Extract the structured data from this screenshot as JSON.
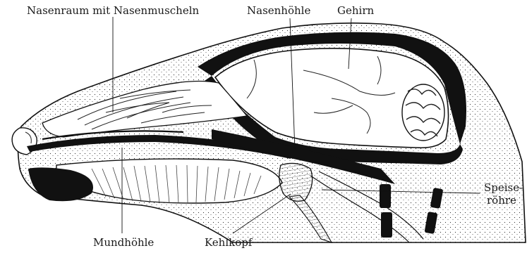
{
  "labels": {
    "nasal_space": "Nasenraum mit Nasenmuscheln",
    "nasal_cavity": "Nasenhöhle",
    "brain": "Gehirn",
    "esophagus_line1": "Speise-",
    "esophagus_line2": "röhre",
    "oral_cavity": "Mundhöhle",
    "larynx": "Kehlkopf"
  }
}
